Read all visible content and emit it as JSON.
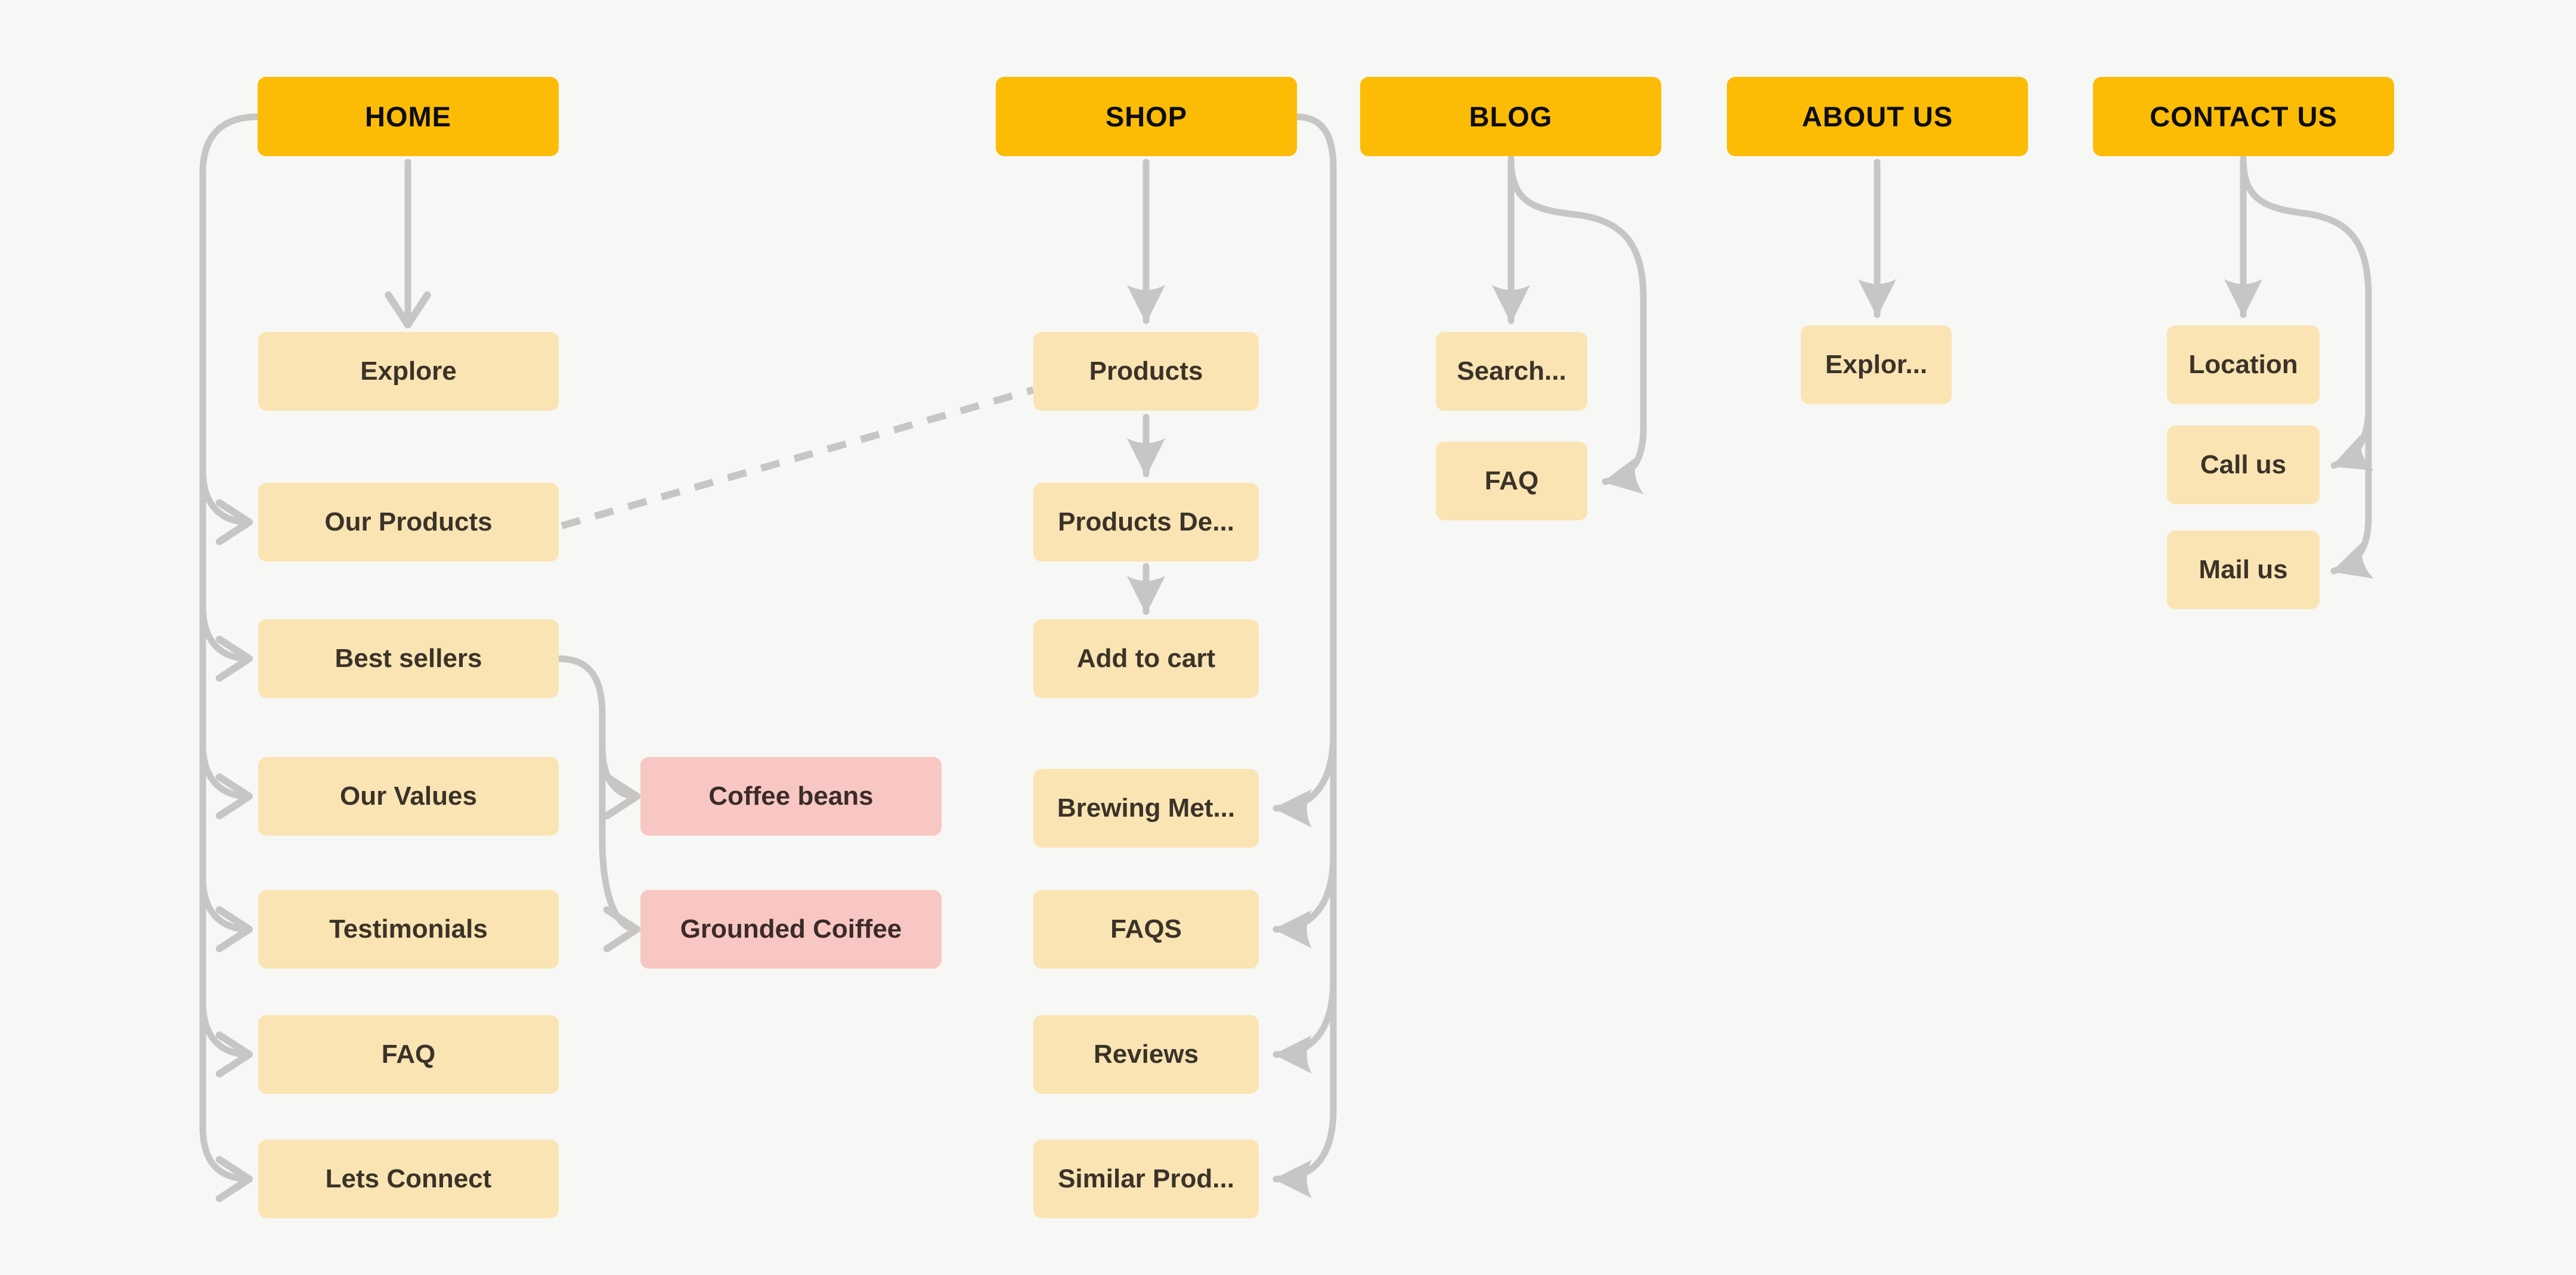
{
  "diagram": {
    "background_color": "#f7f7f5",
    "colors": {
      "header_fill": "#fcbc05",
      "child_fill": "#fae4b3",
      "highlight_fill": "#f9c7c3",
      "connector": "#c7c6c4",
      "header_text": "#0d0d0d",
      "child_text": "#3a3329"
    },
    "columns": [
      {
        "header": "HOME",
        "children": [
          "Explore",
          "Our Products",
          "Best sellers",
          "Our Values",
          "Testimonials",
          "FAQ",
          "Lets Connect"
        ]
      },
      {
        "header": "SHOP",
        "children": [
          "Products",
          "Products De...",
          "Add to cart",
          "Brewing Met...",
          "FAQS",
          "Reviews",
          "Similar Prod..."
        ]
      },
      {
        "header": "BLOG",
        "children": [
          "Search...",
          "FAQ"
        ]
      },
      {
        "header": "ABOUT US",
        "children": [
          "Explor..."
        ]
      },
      {
        "header": "CONTACT US",
        "children": [
          "Location",
          "Call us",
          "Mail us"
        ]
      }
    ],
    "subnodes": [
      "Coffee beans",
      "Grounded Coiffee"
    ]
  }
}
